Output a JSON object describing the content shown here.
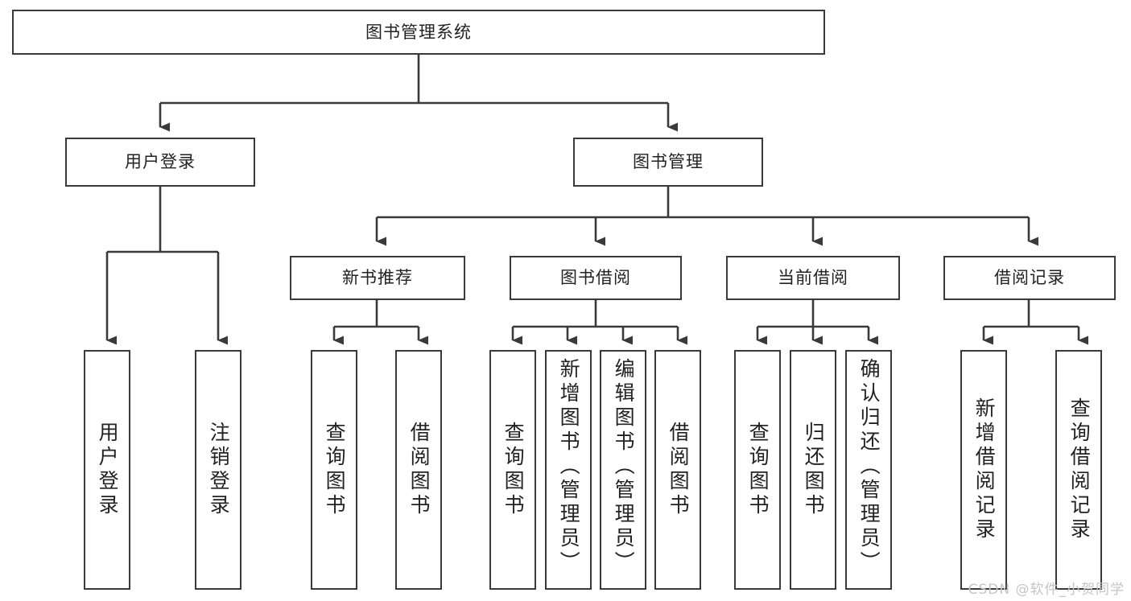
{
  "diagram": {
    "title": "图书管理系统",
    "type": "tree",
    "watermark": "CSDN @软件_小贺同学",
    "colors": {
      "box_border": "#3a3a3a",
      "box_fill": "#ffffff",
      "line": "#3a3a3a",
      "text": "#222222",
      "watermark": "#c6c6c6"
    },
    "nodes": {
      "root": {
        "label": "图书管理系统"
      },
      "level2": [
        {
          "id": "user-login",
          "label": "用户登录"
        },
        {
          "id": "book-manage",
          "label": "图书管理"
        }
      ],
      "level3": [
        {
          "id": "new-book-recommend",
          "label": "新书推荐"
        },
        {
          "id": "book-borrow",
          "label": "图书借阅"
        },
        {
          "id": "current-borrow",
          "label": "当前借阅"
        },
        {
          "id": "borrow-record",
          "label": "借阅记录"
        }
      ],
      "leaves": {
        "user-login": [
          {
            "id": "leaf-user-login",
            "label": "用户登录"
          },
          {
            "id": "leaf-logout",
            "label": "注销登录"
          }
        ],
        "new-book-recommend": [
          {
            "id": "leaf-query-book-1",
            "label": "查询图书"
          },
          {
            "id": "leaf-borrow-book-1",
            "label": "借阅图书"
          }
        ],
        "book-borrow": [
          {
            "id": "leaf-query-book-2",
            "label": "查询图书"
          },
          {
            "id": "leaf-add-book",
            "label": "新增图书（管理员）"
          },
          {
            "id": "leaf-edit-book",
            "label": "编辑图书（管理员）"
          },
          {
            "id": "leaf-borrow-book-2",
            "label": "借阅图书"
          }
        ],
        "current-borrow": [
          {
            "id": "leaf-query-book-3",
            "label": "查询图书"
          },
          {
            "id": "leaf-return-book",
            "label": "归还图书"
          },
          {
            "id": "leaf-confirm-return",
            "label": "确认归还（管理员）"
          }
        ],
        "borrow-record": [
          {
            "id": "leaf-add-record",
            "label": "新增借阅记录"
          },
          {
            "id": "leaf-query-record",
            "label": "查询借阅记录"
          }
        ]
      }
    }
  }
}
